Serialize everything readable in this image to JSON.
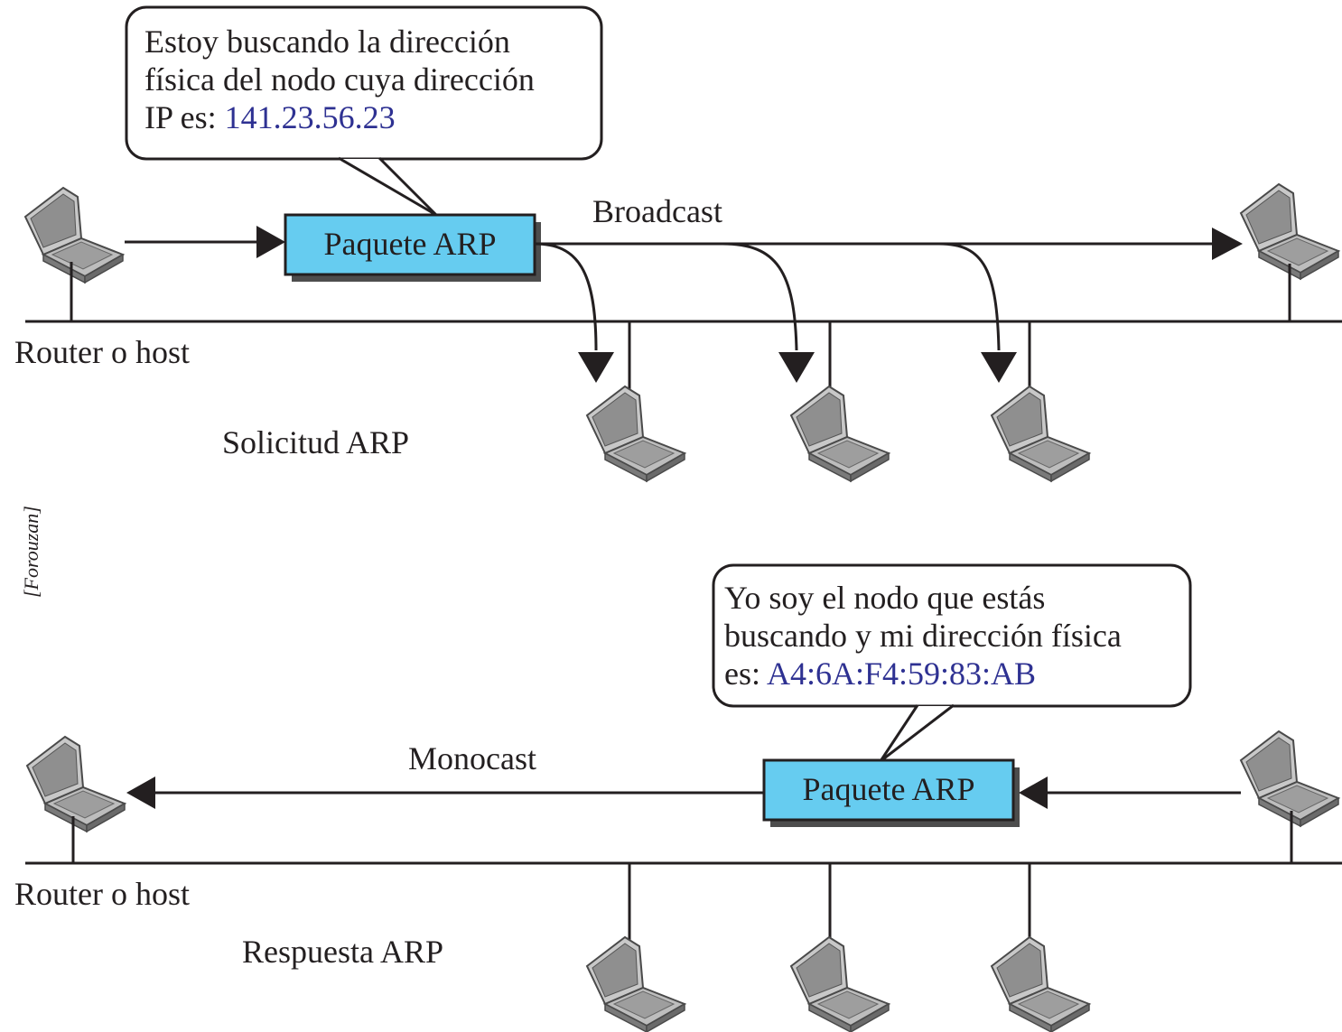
{
  "request": {
    "bubble_lines": [
      "Estoy buscando la dirección",
      "física del nodo cuya dirección",
      "IP es: "
    ],
    "ip_address": "141.23.56.23",
    "packet_label": "Paquete ARP",
    "broadcast_label": "Broadcast",
    "router_label": "Router o host",
    "caption": "Solicitud ARP"
  },
  "reply": {
    "bubble_lines": [
      "Yo soy el nodo que estás",
      "buscando y mi dirección física",
      "es: "
    ],
    "mac_address": "A4:6A:F4:59:83:AB",
    "packet_label": "Paquete ARP",
    "monocast_label": "Monocast",
    "router_label": "Router o host",
    "caption": "Respuesta ARP"
  },
  "credit": "[Forouzan]",
  "colors": {
    "packet_fill": "#66ccf0",
    "address_text": "#2e3192",
    "line": "#231f20"
  },
  "icons": {
    "node": "laptop-icon"
  }
}
